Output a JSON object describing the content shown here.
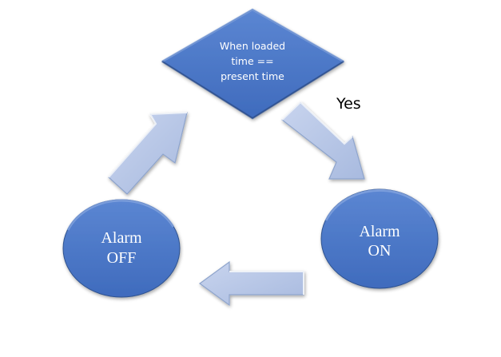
{
  "diagram": {
    "decision": {
      "lines": [
        "When loaded",
        "time ==",
        "present time"
      ]
    },
    "alarm_on": {
      "lines": [
        "Alarm",
        "ON"
      ]
    },
    "alarm_off": {
      "lines": [
        "Alarm",
        "OFF"
      ]
    },
    "edge_yes_label": "Yes",
    "colors": {
      "node_fill": "#4472c4",
      "node_highlight": "#6f94d6",
      "node_shadow": "#2f528f",
      "arrow_fill": "#b4c4e4",
      "arrow_stroke": "#8ea4cc",
      "arrow_highlight": "#ffffff"
    }
  }
}
